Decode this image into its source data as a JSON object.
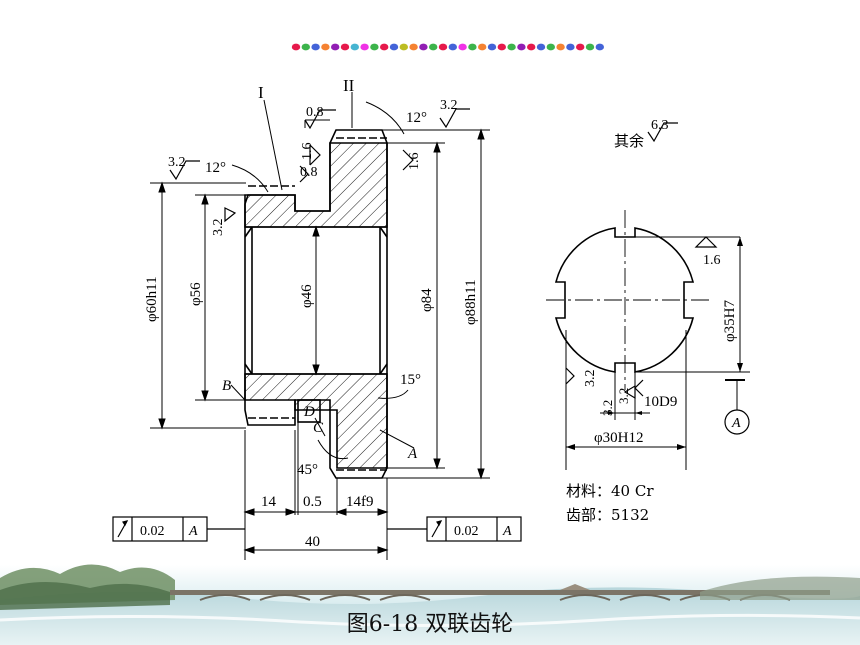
{
  "decor": {
    "dot_colors": [
      "#e6194b",
      "#3cb44b",
      "#4363d8",
      "#f58231",
      "#911eb4",
      "#e6194b",
      "#46b5d1",
      "#f032e6",
      "#3cb44b",
      "#e6194b",
      "#4363d8",
      "#bcbd22",
      "#f58231",
      "#911eb4",
      "#3cb44b",
      "#e6194b",
      "#4363d8",
      "#f032e6",
      "#3cb44b",
      "#f58231",
      "#4363d8",
      "#e6194b",
      "#3cb44b",
      "#911eb4",
      "#e6194b",
      "#4363d8",
      "#3cb44b",
      "#f58231",
      "#4363d8",
      "#e6194b",
      "#3cb44b",
      "#4363d8"
    ],
    "landscape": "bridge-panorama"
  },
  "labels": {
    "section_1": "I",
    "section_2": "II",
    "angle_12_top": "12°",
    "angle_12_left": "12°",
    "angle_15": "15°",
    "angle_45": "45°",
    "point_b": "B",
    "point_c": "C",
    "point_d": "D",
    "point_a": "A"
  },
  "roughness": {
    "r_08_top": "0.8",
    "r_08_mid": "0.8",
    "r_16_left": "1.6",
    "r_16_right": "1.6",
    "r_32_top": "3.2",
    "r_32_left": "3.2",
    "r_32_side": "3.2",
    "rest_label": "其余",
    "rest_value": "6.3",
    "r_16_section": "1.6",
    "r_32_section_a": "3.2",
    "r_32_section_b": "3.2",
    "r_32_section_c": "3.2"
  },
  "dims": {
    "d60": "φ60h11",
    "d56": "φ56",
    "d46": "φ46",
    "d84": "φ84",
    "d88": "φ88h11",
    "d35": "φ35H7",
    "d30": "φ30H12",
    "w10": "10D9",
    "l14": "14",
    "l05": "0.5",
    "l14f9": "14f9",
    "l40": "40"
  },
  "tolerance": {
    "left_value": "0.02",
    "left_datum": "A",
    "right_value": "0.02",
    "right_datum": "A",
    "datum_circle": "A"
  },
  "notes": {
    "material": "材料：40 Cr",
    "gear": "齿部：5132"
  },
  "caption": "图6-18 双联齿轮"
}
